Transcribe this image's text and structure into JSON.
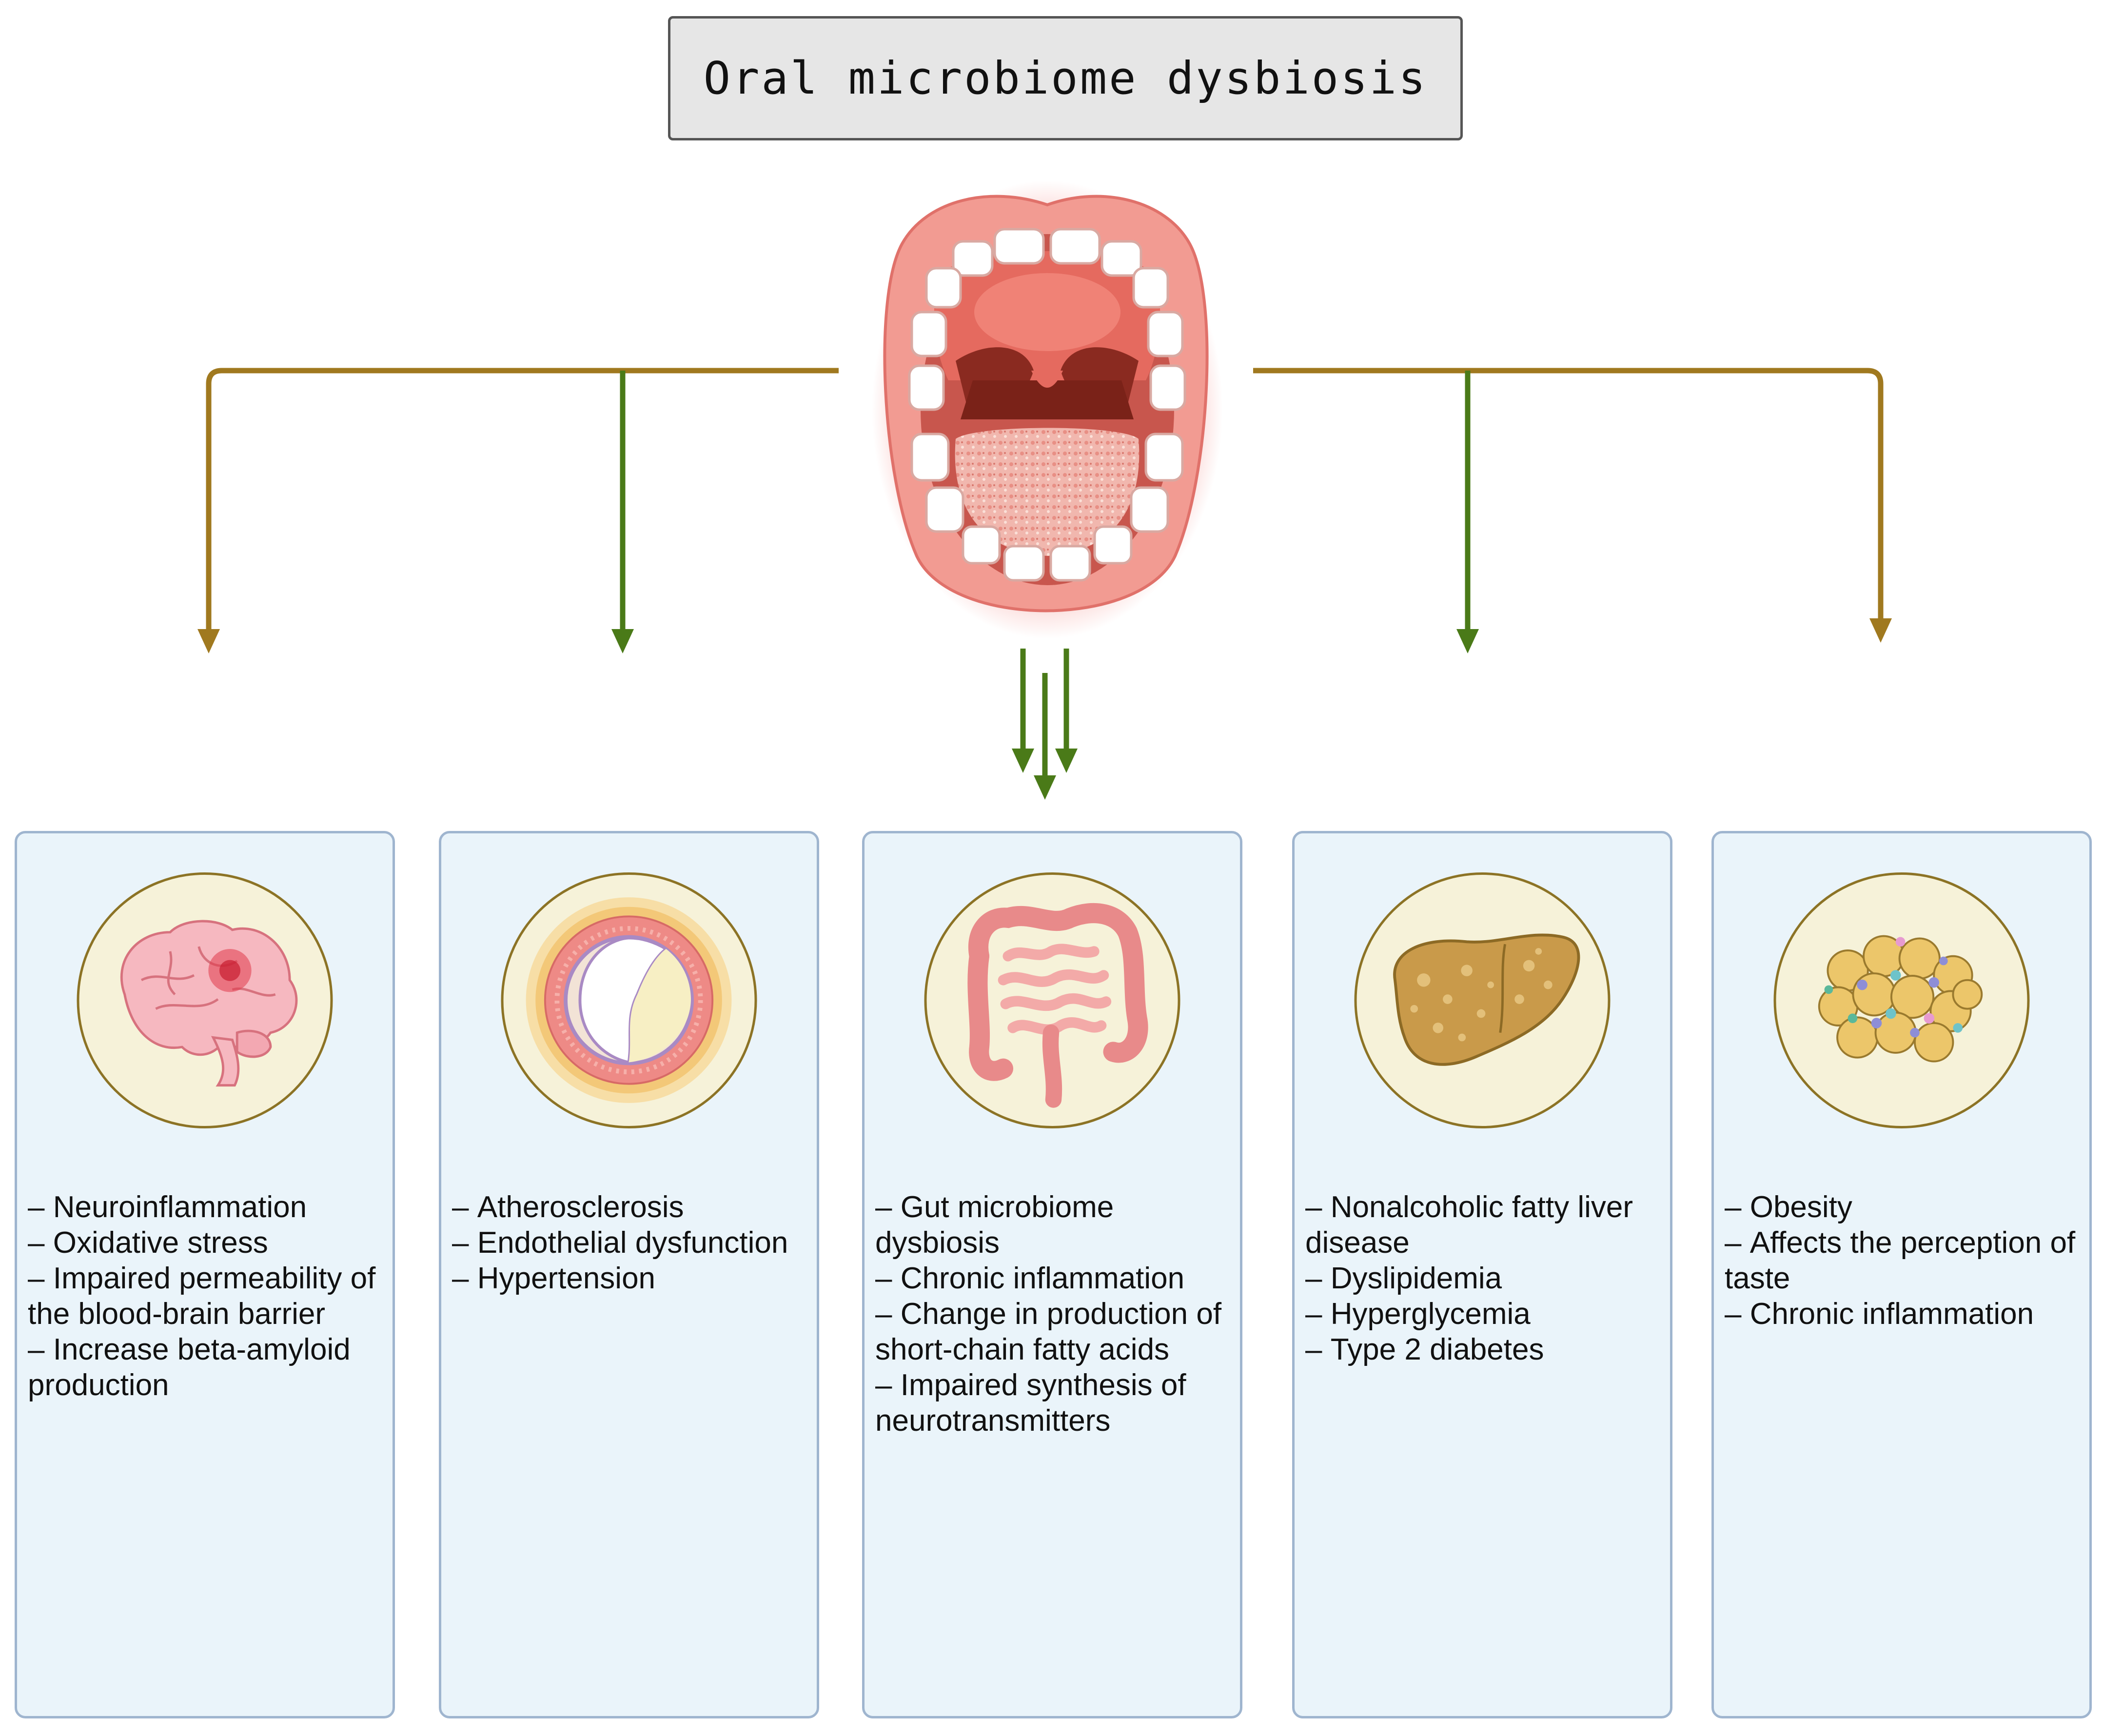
{
  "title": "Oral microbiome dysbiosis",
  "colors": {
    "arrow_olive": "#a0791f",
    "arrow_green": "#4a7a18",
    "panel_bg": "#eaf4fa",
    "panel_border": "#9fb5cf",
    "circle_bg": "#f6f2d9",
    "circle_border": "#8c7325"
  },
  "center_icon": "open-mouth-icon",
  "panels": [
    {
      "icon": "brain-icon",
      "items": [
        "Neuroinflammation",
        "Oxidative stress",
        "Impaired permeability of the blood-brain barrier",
        "Increase beta-amyloid production"
      ]
    },
    {
      "icon": "artery-icon",
      "items": [
        "Atherosclerosis",
        "Endothelial dysfunction",
        "Hypertension"
      ]
    },
    {
      "icon": "intestine-icon",
      "items": [
        "Gut microbiome dysbiosis",
        "Chronic inflammation",
        "Change in production of short-chain fatty acids",
        "Impaired synthesis of neurotransmitters"
      ]
    },
    {
      "icon": "fatty-liver-icon",
      "items": [
        "Nonalcoholic fatty liver disease",
        "Dyslipidemia",
        "Hyperglycemia",
        "Type 2 diabetes"
      ]
    },
    {
      "icon": "adipose-tissue-icon",
      "items": [
        "Obesity",
        "Affects the perception of taste",
        "Chronic inflammation"
      ]
    }
  ]
}
